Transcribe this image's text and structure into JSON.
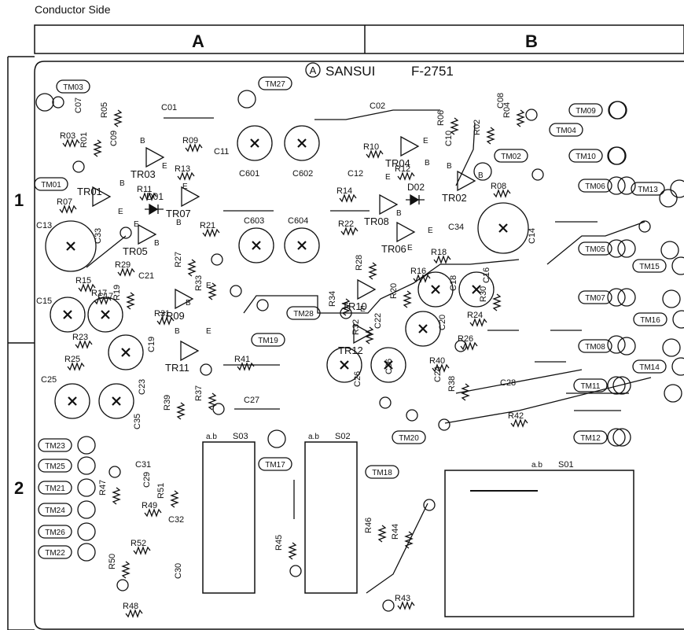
{
  "header": {
    "title": "Conductor Side"
  },
  "grid": {
    "columns": [
      "A",
      "B"
    ],
    "rows": [
      "1",
      "2"
    ]
  },
  "board": {
    "brand_mark": "A",
    "brand": "SANSUI",
    "model": "F-2751"
  },
  "sockets": [
    {
      "label_a": "a.b",
      "label_b": "S03"
    },
    {
      "label_a": "a.b",
      "label_b": "S02"
    },
    {
      "label_a": "a.b",
      "label_b": "S01"
    }
  ],
  "test_points": [
    "TM03",
    "TM27",
    "TM09",
    "TM04",
    "TM02",
    "TM10",
    "TM01",
    "TM06",
    "TM13",
    "TM05",
    "TM15",
    "TM07",
    "TM16",
    "TM28",
    "TM19",
    "TM08",
    "TM14",
    "TM11",
    "TM12",
    "TM20",
    "TM23",
    "TM25",
    "TM21",
    "TM24",
    "TM26",
    "TM22",
    "TM17",
    "TM18"
  ],
  "transistors": [
    "TR01",
    "TR03",
    "TR07",
    "TR05",
    "TR09",
    "TR11",
    "TR04",
    "TR08",
    "TR06",
    "TR02",
    "TR10",
    "TR12"
  ],
  "diodes": [
    "D01",
    "D02"
  ],
  "capacitors": [
    "C07",
    "C01",
    "C09",
    "C11",
    "C601",
    "C602",
    "C02",
    "C10",
    "C08",
    "C12",
    "C13",
    "C33",
    "C21",
    "C603",
    "C604",
    "C34",
    "C14",
    "C16",
    "C18",
    "C15",
    "C17",
    "C19",
    "C22",
    "C20",
    "C23",
    "C25",
    "C35",
    "C36",
    "C26",
    "C24",
    "C28",
    "C27",
    "C31",
    "C29",
    "C32",
    "C30"
  ],
  "resistors": [
    "R05",
    "R03",
    "R01",
    "R09",
    "R13",
    "R11",
    "R07",
    "R29",
    "R27",
    "R21",
    "R22",
    "R14",
    "R10",
    "R12",
    "R06",
    "R02",
    "R04",
    "R08",
    "R15",
    "R17",
    "R19",
    "R31",
    "R33",
    "R34",
    "R28",
    "R18",
    "R16",
    "R20",
    "R30",
    "R23",
    "R25",
    "R41",
    "R37",
    "R39",
    "R32",
    "R24",
    "R26",
    "R40",
    "R38",
    "R42",
    "R47",
    "R51",
    "R49",
    "R52",
    "R50",
    "R48",
    "R45",
    "R46",
    "R44",
    "R43"
  ],
  "pin_letters": [
    "B",
    "E",
    "B",
    "E",
    "E",
    "B",
    "E",
    "B",
    "E",
    "B",
    "B",
    "E",
    "E",
    "B",
    "E",
    "B",
    "E",
    "E",
    "B",
    "B",
    "E"
  ]
}
